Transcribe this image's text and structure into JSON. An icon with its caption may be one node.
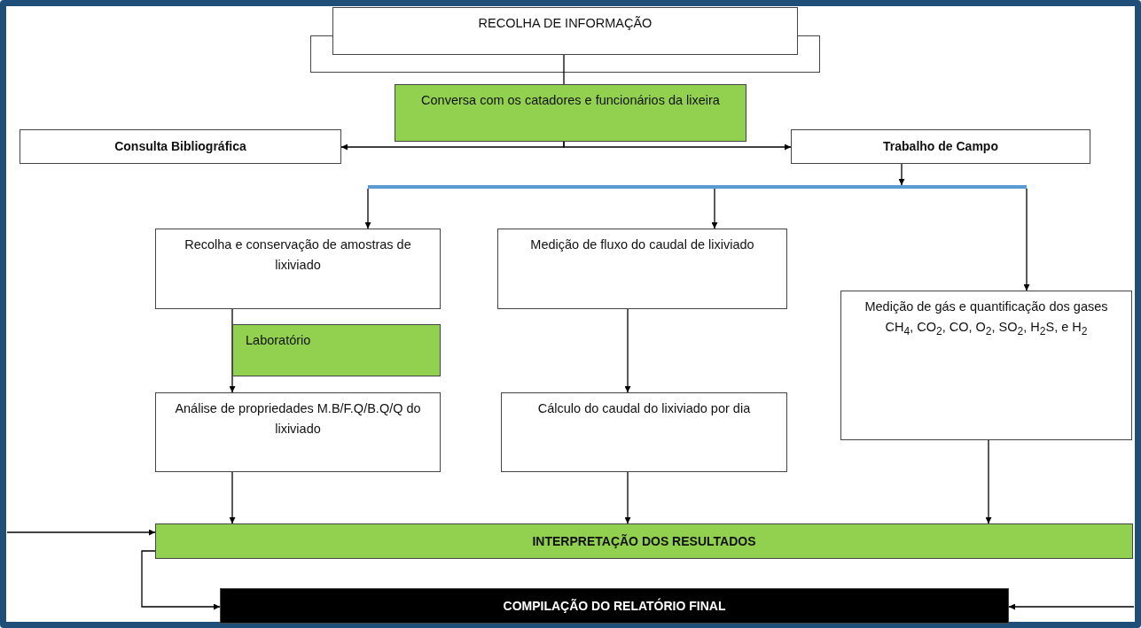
{
  "diagram": {
    "nodes": [
      {
        "text": [
          "RECOLHA DE INFORMAÇÃO"
        ]
      },
      {
        "text": [
          "Conversa com os catadores e funcionários da lixeira"
        ]
      },
      {
        "text": [
          "Consulta Bibliográfica"
        ]
      },
      {
        "text": [
          "Trabalho de Campo"
        ]
      },
      {
        "text": [],
        "shape": "bar"
      },
      {
        "text": [
          "Recolha e conservação de amostras de lixiviado"
        ]
      },
      {
        "text": [
          "Medição de fluxo do caudal de lixiviado"
        ]
      },
      {
        "text": [
          "Medição de gás e quantificação dos gases CH$_{4}$, CO$_{2}$, CO, O$_{2}$, SO$_{2}$, H$_{2}$S, e H$_{2}$"
        ]
      },
      {
        "text": [
          "Laboratório"
        ]
      },
      {
        "text": [
          "Análise de propriedades M.B/F.Q/B.Q/Q do lixiviado"
        ]
      },
      {
        "text": [
          "Cálculo do caudal do lixiviado por dia"
        ]
      },
      {
        "text": [
          "INTERPRETAÇÃO DOS RESULTADOS"
        ]
      },
      {
        "text": [
          "COMPILAÇÃO DO RELATÓRIO FINAL"
        ]
      }
    ],
    "edges": [
      {
        "from": 0,
        "to": 1,
        "arrow": "none"
      },
      {
        "from": 1,
        "to": 2,
        "arrow": "to"
      },
      {
        "from": 1,
        "to": 3,
        "arrow": "to"
      },
      {
        "from": 3,
        "to": 4,
        "arrow": "to"
      },
      {
        "from": 4,
        "to": 5,
        "arrow": "to"
      },
      {
        "from": 4,
        "to": 6,
        "arrow": "to"
      },
      {
        "from": 4,
        "to": 7,
        "arrow": "to"
      },
      {
        "from": 5,
        "to": 9,
        "arrow": "to"
      },
      {
        "from": 6,
        "to": 10,
        "arrow": "to"
      },
      {
        "from": 7,
        "to": 11,
        "arrow": "to"
      },
      {
        "from": 9,
        "to": 11,
        "arrow": "to"
      },
      {
        "from": 10,
        "to": 11,
        "arrow": "to"
      },
      {
        "from": null,
        "to": 11,
        "arrow": "to"
      },
      {
        "from": 11,
        "to": 12,
        "arrow": "to"
      },
      {
        "from": null,
        "to": 12,
        "arrow": "to"
      }
    ]
  }
}
